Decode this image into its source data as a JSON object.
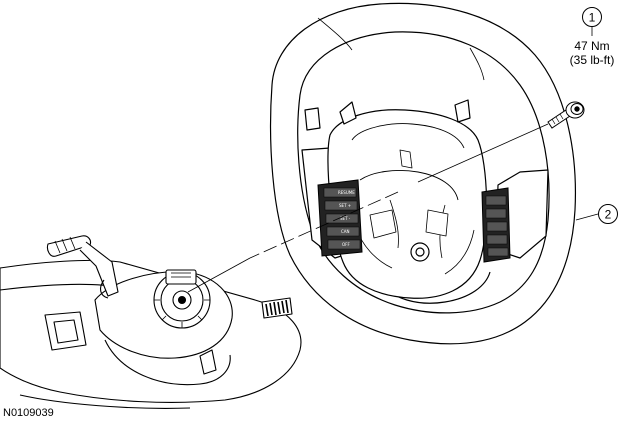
{
  "callouts": [
    {
      "number": "1",
      "lines": [
        "47 Nm",
        "(35 lb-ft)"
      ]
    },
    {
      "number": "2"
    }
  ],
  "figure_id": "N0109039",
  "switch_labels": [
    "RESUME",
    "SET +",
    "SET -",
    "CAN",
    "OFF"
  ]
}
